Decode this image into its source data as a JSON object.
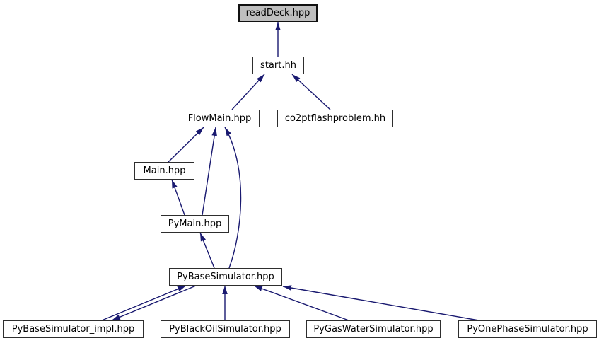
{
  "diagram": {
    "kind": "include-dependency-graph",
    "highlighted_node": "readDeck.hpp",
    "colors": {
      "edge": "#191970",
      "node_fill": "#ffffff",
      "node_border": "#2e2e2e",
      "highlight_fill": "#bfbfbf",
      "text": "#000000",
      "background": "#ffffff"
    },
    "nodes": [
      {
        "id": "readDeck",
        "label": "readDeck.hpp",
        "highlighted": true
      },
      {
        "id": "start",
        "label": "start.hh",
        "highlighted": false
      },
      {
        "id": "FlowMain",
        "label": "FlowMain.hpp",
        "highlighted": false
      },
      {
        "id": "co2ptflashproblem",
        "label": "co2ptflashproblem.hh",
        "highlighted": false
      },
      {
        "id": "Main",
        "label": "Main.hpp",
        "highlighted": false
      },
      {
        "id": "PyMain",
        "label": "PyMain.hpp",
        "highlighted": false
      },
      {
        "id": "PyBaseSimulator",
        "label": "PyBaseSimulator.hpp",
        "highlighted": false
      },
      {
        "id": "PyBaseSimulator_impl",
        "label": "PyBaseSimulator_impl.hpp",
        "highlighted": false
      },
      {
        "id": "PyBlackOilSimulator",
        "label": "PyBlackOilSimulator.hpp",
        "highlighted": false
      },
      {
        "id": "PyGasWaterSimulator",
        "label": "PyGasWaterSimulator.hpp",
        "highlighted": false
      },
      {
        "id": "PyOnePhaseSimulator",
        "label": "PyOnePhaseSimulator.hpp",
        "highlighted": false
      }
    ],
    "edges": [
      {
        "from": "start",
        "to": "readDeck"
      },
      {
        "from": "FlowMain",
        "to": "start"
      },
      {
        "from": "co2ptflashproblem",
        "to": "start"
      },
      {
        "from": "Main",
        "to": "FlowMain"
      },
      {
        "from": "PyMain",
        "to": "FlowMain"
      },
      {
        "from": "PyMain",
        "to": "Main"
      },
      {
        "from": "PyBaseSimulator",
        "to": "PyMain"
      },
      {
        "from": "PyBaseSimulator",
        "to": "FlowMain",
        "curved": true
      },
      {
        "from": "PyBaseSimulator_impl",
        "to": "PyBaseSimulator"
      },
      {
        "from": "PyBaseSimulator",
        "to": "PyBaseSimulator_impl"
      },
      {
        "from": "PyBlackOilSimulator",
        "to": "PyBaseSimulator"
      },
      {
        "from": "PyGasWaterSimulator",
        "to": "PyBaseSimulator"
      },
      {
        "from": "PyOnePhaseSimulator",
        "to": "PyBaseSimulator"
      }
    ]
  }
}
